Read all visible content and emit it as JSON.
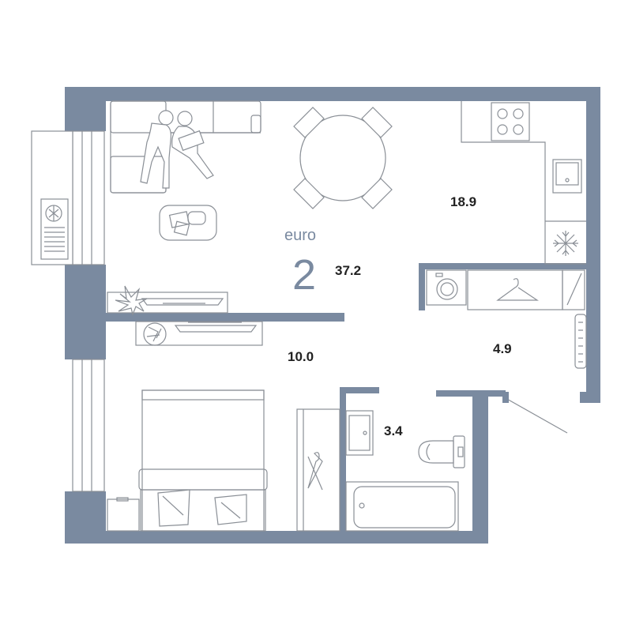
{
  "plan": {
    "brand_label": "euro",
    "room_count": "2",
    "total_area": "37.2",
    "rooms": {
      "kitchen_living_area": "18.9",
      "bedroom_area": "10.0",
      "hallway_area": "4.9",
      "bathroom_area": "3.4"
    },
    "colors": {
      "wall": "#7a8aa0",
      "furniture_stroke": "#8a8f96",
      "label_text": "#222222"
    }
  }
}
